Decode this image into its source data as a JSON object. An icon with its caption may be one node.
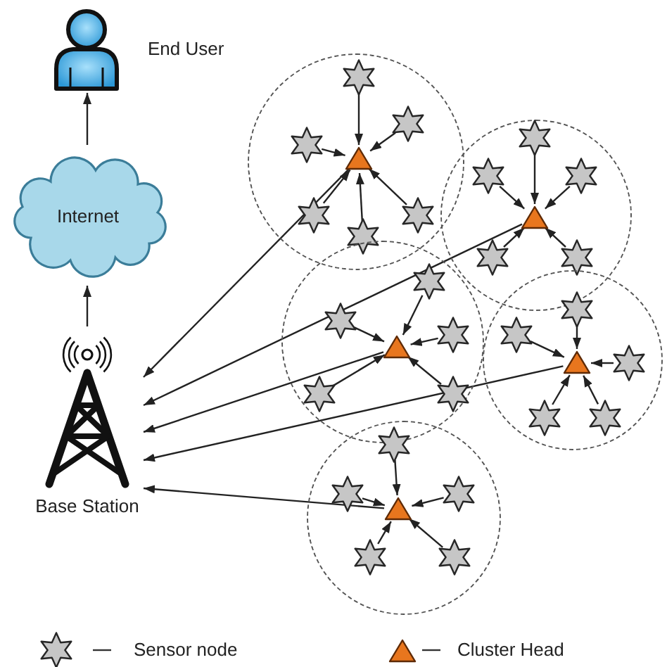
{
  "diagram": {
    "nodes": [
      {
        "text": [],
        "shape": "person",
        "beside": [
          "End User"
        ]
      },
      {
        "text": [
          "Internet"
        ]
      },
      {
        "text": [],
        "shape": "picture",
        "beside": [
          "Base Station"
        ]
      },
      {
        "text": [],
        "shape": "circle"
      },
      {
        "text": [],
        "shape": "triangle",
        "in": 3
      },
      {
        "text": [],
        "shape": "star",
        "in": 3
      },
      {
        "text": [],
        "shape": "star",
        "in": 3
      },
      {
        "text": [],
        "shape": "star",
        "in": 3
      },
      {
        "text": [],
        "shape": "star",
        "in": 3
      },
      {
        "text": [],
        "shape": "star",
        "in": 3
      },
      {
        "text": [],
        "shape": "star",
        "in": 3
      },
      {
        "text": [],
        "shape": "circle"
      },
      {
        "text": [],
        "shape": "triangle",
        "in": 11
      },
      {
        "text": [],
        "shape": "star",
        "in": 11
      },
      {
        "text": [],
        "shape": "star",
        "in": 11
      },
      {
        "text": [],
        "shape": "star",
        "in": 11
      },
      {
        "text": [],
        "shape": "star",
        "in": 11
      },
      {
        "text": [],
        "shape": "star",
        "in": 11
      },
      {
        "text": [],
        "shape": "circle"
      },
      {
        "text": [],
        "shape": "triangle",
        "in": 18
      },
      {
        "text": [],
        "shape": "star",
        "in": 18
      },
      {
        "text": [],
        "shape": "star",
        "in": 18
      },
      {
        "text": [],
        "shape": "star",
        "in": 18
      },
      {
        "text": [],
        "shape": "star",
        "in": 18
      },
      {
        "text": [],
        "shape": "star",
        "in": 18
      },
      {
        "text": [],
        "shape": "circle"
      },
      {
        "text": [],
        "shape": "triangle",
        "in": 25
      },
      {
        "text": [],
        "shape": "star",
        "in": 25
      },
      {
        "text": [],
        "shape": "star",
        "in": 25
      },
      {
        "text": [],
        "shape": "star",
        "in": 25
      },
      {
        "text": [],
        "shape": "star",
        "in": 25
      },
      {
        "text": [],
        "shape": "star",
        "in": 25
      },
      {
        "text": [],
        "shape": "circle"
      },
      {
        "text": [],
        "shape": "triangle",
        "in": 32
      },
      {
        "text": [],
        "shape": "star",
        "in": 32
      },
      {
        "text": [],
        "shape": "star",
        "in": 32
      },
      {
        "text": [],
        "shape": "star",
        "in": 32
      },
      {
        "text": [],
        "shape": "star",
        "in": 32
      },
      {
        "text": [],
        "shape": "star",
        "in": 32
      }
    ],
    "edges": [
      {
        "from": 1,
        "to": 0,
        "arrow": "to"
      },
      {
        "from": 2,
        "to": 1,
        "arrow": "to"
      },
      {
        "from": 5,
        "to": 4,
        "arrow": "to"
      },
      {
        "from": 6,
        "to": 4,
        "arrow": "to"
      },
      {
        "from": 7,
        "to": 4,
        "arrow": "to"
      },
      {
        "from": 8,
        "to": 4,
        "arrow": "to"
      },
      {
        "from": 9,
        "to": 4,
        "arrow": "to"
      },
      {
        "from": 10,
        "to": 4,
        "arrow": "to"
      },
      {
        "from": 4,
        "to": 2,
        "arrow": "to"
      },
      {
        "from": 13,
        "to": 12,
        "arrow": "to"
      },
      {
        "from": 14,
        "to": 12,
        "arrow": "to"
      },
      {
        "from": 15,
        "to": 12,
        "arrow": "to"
      },
      {
        "from": 16,
        "to": 12,
        "arrow": "to"
      },
      {
        "from": 17,
        "to": 12,
        "arrow": "to"
      },
      {
        "from": 12,
        "to": 2,
        "arrow": "to"
      },
      {
        "from": 20,
        "to": 19,
        "arrow": "to"
      },
      {
        "from": 21,
        "to": 19,
        "arrow": "to"
      },
      {
        "from": 22,
        "to": 19,
        "arrow": "to"
      },
      {
        "from": 23,
        "to": 19,
        "arrow": "to"
      },
      {
        "from": 24,
        "to": 19,
        "arrow": "to"
      },
      {
        "from": 19,
        "to": 2,
        "arrow": "to"
      },
      {
        "from": 27,
        "to": 26,
        "arrow": "to"
      },
      {
        "from": 28,
        "to": 26,
        "arrow": "to"
      },
      {
        "from": 29,
        "to": 26,
        "arrow": "to"
      },
      {
        "from": 30,
        "to": 26,
        "arrow": "to"
      },
      {
        "from": 31,
        "to": 26,
        "arrow": "to"
      },
      {
        "from": 26,
        "to": 2,
        "arrow": "to"
      },
      {
        "from": 34,
        "to": 33,
        "arrow": "to"
      },
      {
        "from": 35,
        "to": 33,
        "arrow": "to"
      },
      {
        "from": 36,
        "to": 33,
        "arrow": "to"
      },
      {
        "from": 37,
        "to": 33,
        "arrow": "to"
      },
      {
        "from": 38,
        "to": 33,
        "arrow": "to"
      },
      {
        "from": 33,
        "to": 2,
        "arrow": "to"
      }
    ],
    "legend": [
      {
        "text": "Sensor node"
      },
      {
        "text": "Cluster Head"
      }
    ]
  }
}
